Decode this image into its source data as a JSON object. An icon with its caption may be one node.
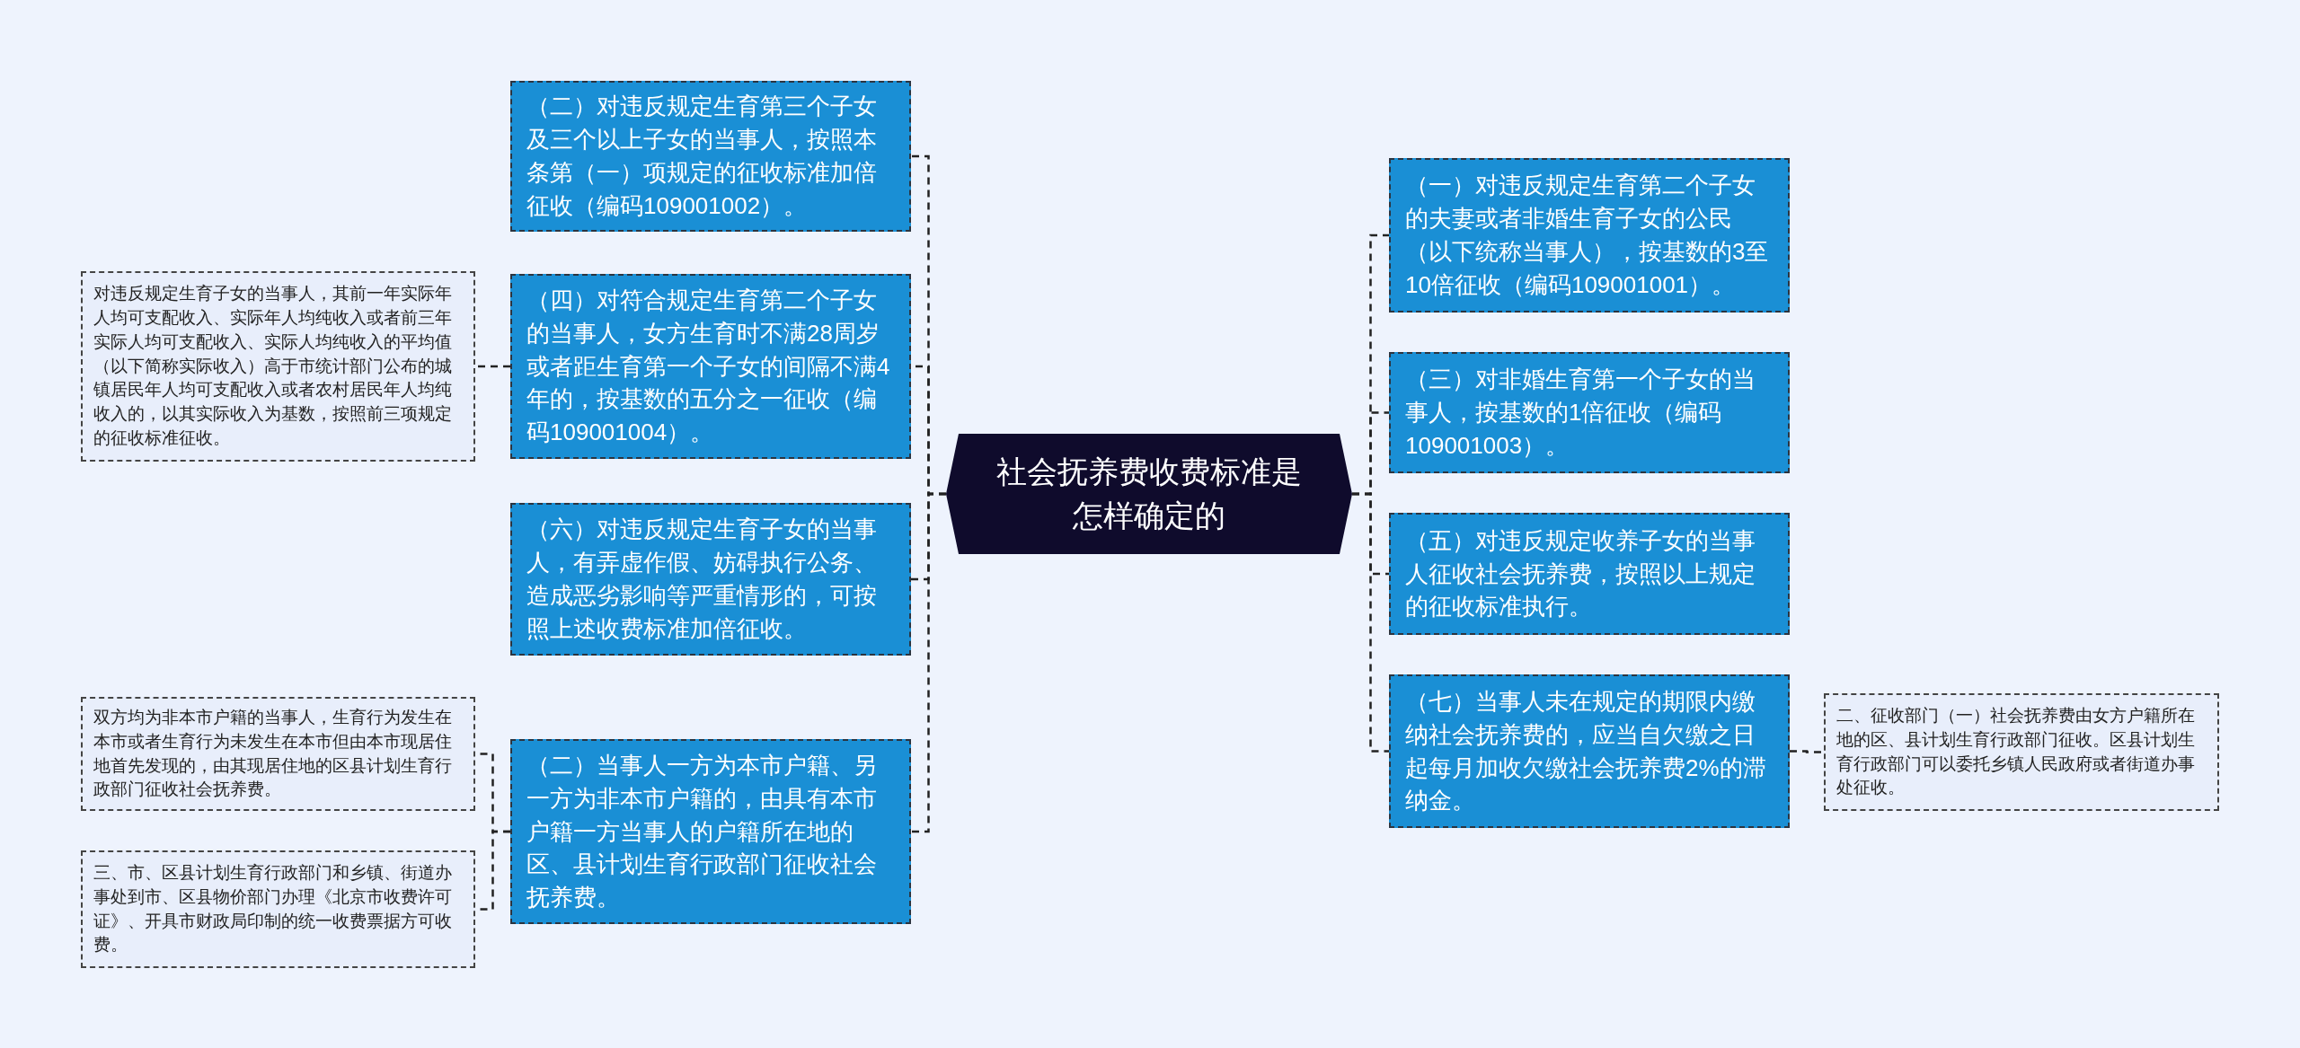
{
  "diagram": {
    "nodes": [
      {
        "text": [
          "社会抚养费收费标准是怎样确定的"
        ]
      },
      {
        "text": [
          "（二）对违反规定生育第三个子女及三个以上子女的当事人，按照本条第（一）项规定的征收标准加倍征收（编码109001002）。"
        ]
      },
      {
        "text": [
          "（四）对符合规定生育第二个子女的当事人，女方生育时不满28周岁或者距生育第一个子女的间隔不满4年的，按基数的五分之一征收（编码109001004）。"
        ]
      },
      {
        "text": [
          "（六）对违反规定生育子女的当事人，有弄虚作假、妨碍执行公务、造成恶劣影响等严重情形的，可按照上述收费标准加倍征收。"
        ]
      },
      {
        "text": [
          "（二）当事人一方为本市户籍、另一方为非本市户籍的，由具有本市户籍一方当事人的户籍所在地的区、县计划生育行政部门征收社会抚养费。"
        ]
      },
      {
        "text": [
          "对违反规定生育子女的当事人，其前一年实际年人均可支配收入、实际年人均纯收入或者前三年实际人均可支配收入、实际人均纯收入的平均值（以下简称实际收入）高于市统计部门公布的城镇居民年人均可支配收入或者农村居民年人均纯收入的，以其实际收入为基数，按照前三项规定的征收标准征收。"
        ]
      },
      {
        "text": [
          "双方均为非本市户籍的当事人，生育行为发生在本市或者生育行为未发生在本市但由本市现居住地首先发现的，由其现居住地的区县计划生育行政部门征收社会抚养费。"
        ]
      },
      {
        "text": [
          "三、市、区县计划生育行政部门和乡镇、街道办事处到市、区县物价部门办理《北京市收费许可证》、开具市财政局印制的统一收费票据方可收费。"
        ]
      },
      {
        "text": [
          "（一）对违反规定生育第二个子女的夫妻或者非婚生育子女的公民（以下统称当事人），按基数的3至10倍征收（编码109001001）。"
        ]
      },
      {
        "text": [
          "（三）对非婚生育第一个子女的当事人，按基数的1倍征收（编码109001003）。"
        ]
      },
      {
        "text": [
          "（五）对违反规定收养子女的当事人征收社会抚养费，按照以上规定的征收标准执行。"
        ]
      },
      {
        "text": [
          "（七）当事人未在规定的期限内缴纳社会抚养费的，应当自欠缴之日起每月加收欠缴社会抚养费2%的滞纳金。"
        ]
      },
      {
        "text": [
          "二、征收部门（一）社会抚养费由女方户籍所在地的区、县计划生育行政部门征收。区县计划生育行政部门可以委托乡镇人民政府或者街道办事处征收。"
        ]
      }
    ],
    "edges": [
      {
        "from": 0,
        "to": 1,
        "arrow": "none",
        "style": "dashed"
      },
      {
        "from": 0,
        "to": 2,
        "arrow": "none",
        "style": "dashed"
      },
      {
        "from": 0,
        "to": 3,
        "arrow": "none",
        "style": "dashed"
      },
      {
        "from": 0,
        "to": 4,
        "arrow": "none",
        "style": "dashed"
      },
      {
        "from": 2,
        "to": 5,
        "arrow": "none",
        "style": "dashed"
      },
      {
        "from": 4,
        "to": 6,
        "arrow": "none",
        "style": "dashed"
      },
      {
        "from": 4,
        "to": 7,
        "arrow": "none",
        "style": "dashed"
      },
      {
        "from": 0,
        "to": 8,
        "arrow": "none",
        "style": "dashed"
      },
      {
        "from": 0,
        "to": 9,
        "arrow": "none",
        "style": "dashed"
      },
      {
        "from": 0,
        "to": 10,
        "arrow": "none",
        "style": "dashed"
      },
      {
        "from": 0,
        "to": 11,
        "arrow": "none",
        "style": "dashed"
      },
      {
        "from": 11,
        "to": 12,
        "arrow": "none",
        "style": "dashed"
      }
    ]
  }
}
